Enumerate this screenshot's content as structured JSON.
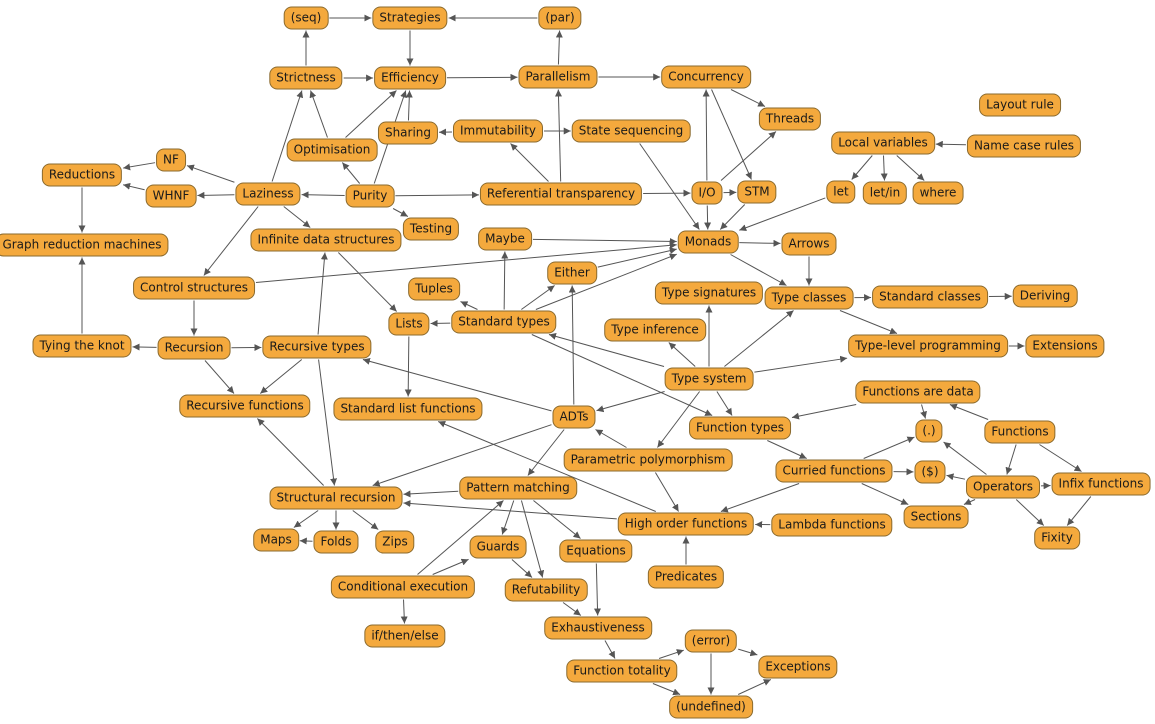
{
  "style": {
    "node_fill": "#f4a93d",
    "node_border": "#8a6a2e",
    "edge_color": "#555555"
  },
  "nodes": {
    "seq": "(seq)",
    "strategies": "Strategies",
    "par": "(par)",
    "strictness": "Strictness",
    "efficiency": "Efficiency",
    "parallelism": "Parallelism",
    "concurrency": "Concurrency",
    "layout": "Layout rule",
    "threads": "Threads",
    "sharing": "Sharing",
    "immutability": "Immutability",
    "statesq": "State sequencing",
    "localvars": "Local variables",
    "namecase": "Name case rules",
    "optimisation": "Optimisation",
    "nf": "NF",
    "reductions": "Reductions",
    "whnf": "WHNF",
    "laziness": "Laziness",
    "purity": "Purity",
    "reftrans": "Referential transparency",
    "io": "I/O",
    "stm": "STM",
    "let": "let",
    "letin": "let/in",
    "where": "where",
    "testing": "Testing",
    "graphred": "Graph reduction machines",
    "infdata": "Infinite data structures",
    "maybe": "Maybe",
    "monads": "Monads",
    "arrows": "Arrows",
    "either": "Either",
    "tuples": "Tuples",
    "typesigs": "Type signatures",
    "control": "Control structures",
    "typeclasses": "Type classes",
    "stdclasses": "Standard classes",
    "deriving": "Deriving",
    "stdtypes": "Standard types",
    "lists": "Lists",
    "typeinf": "Type inference",
    "tyingknot": "Tying the knot",
    "recursion": "Recursion",
    "rectypes": "Recursive types",
    "typelevel": "Type-level programming",
    "extensions": "Extensions",
    "typesystem": "Type system",
    "funcsdata": "Functions are data",
    "recfuncs": "Recursive functions",
    "stdlistfuncs": "Standard list functions",
    "adts": "ADTs",
    "functypes": "Function types",
    "compose": "(.)",
    "functions": "Functions",
    "parpoly": "Parametric polymorphism",
    "curried": "Curried functions",
    "dollar": "($)",
    "operators": "Operators",
    "infix": "Infix functions",
    "structrec": "Structural recursion",
    "patmatch": "Pattern matching",
    "sections": "Sections",
    "hof": "High order functions",
    "lambda": "Lambda functions",
    "maps": "Maps",
    "folds": "Folds",
    "zips": "Zips",
    "fixity": "Fixity",
    "guards": "Guards",
    "equations": "Equations",
    "condexec": "Conditional execution",
    "refutability": "Refutability",
    "predicates": "Predicates",
    "exhaustiveness": "Exhaustiveness",
    "ifthenelse": "if/then/else",
    "error": "(error)",
    "functotality": "Function totality",
    "exceptions": "Exceptions",
    "undefined": "(undefined)"
  }
}
